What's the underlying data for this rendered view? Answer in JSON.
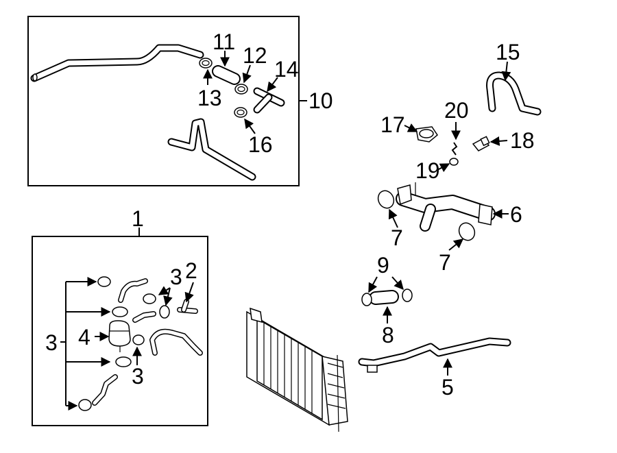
{
  "callouts": {
    "c1": "1",
    "c2": "2",
    "c3a": "3",
    "c3b": "3",
    "c3c": "3",
    "c4": "4",
    "c5": "5",
    "c6": "6",
    "c7a": "7",
    "c7b": "7",
    "c8": "8",
    "c9": "9",
    "c10": "10",
    "c11": "11",
    "c12": "12",
    "c13": "13",
    "c14": "14",
    "c15": "15",
    "c16": "16",
    "c17": "17",
    "c18": "18",
    "c19": "19",
    "c20": "20"
  }
}
